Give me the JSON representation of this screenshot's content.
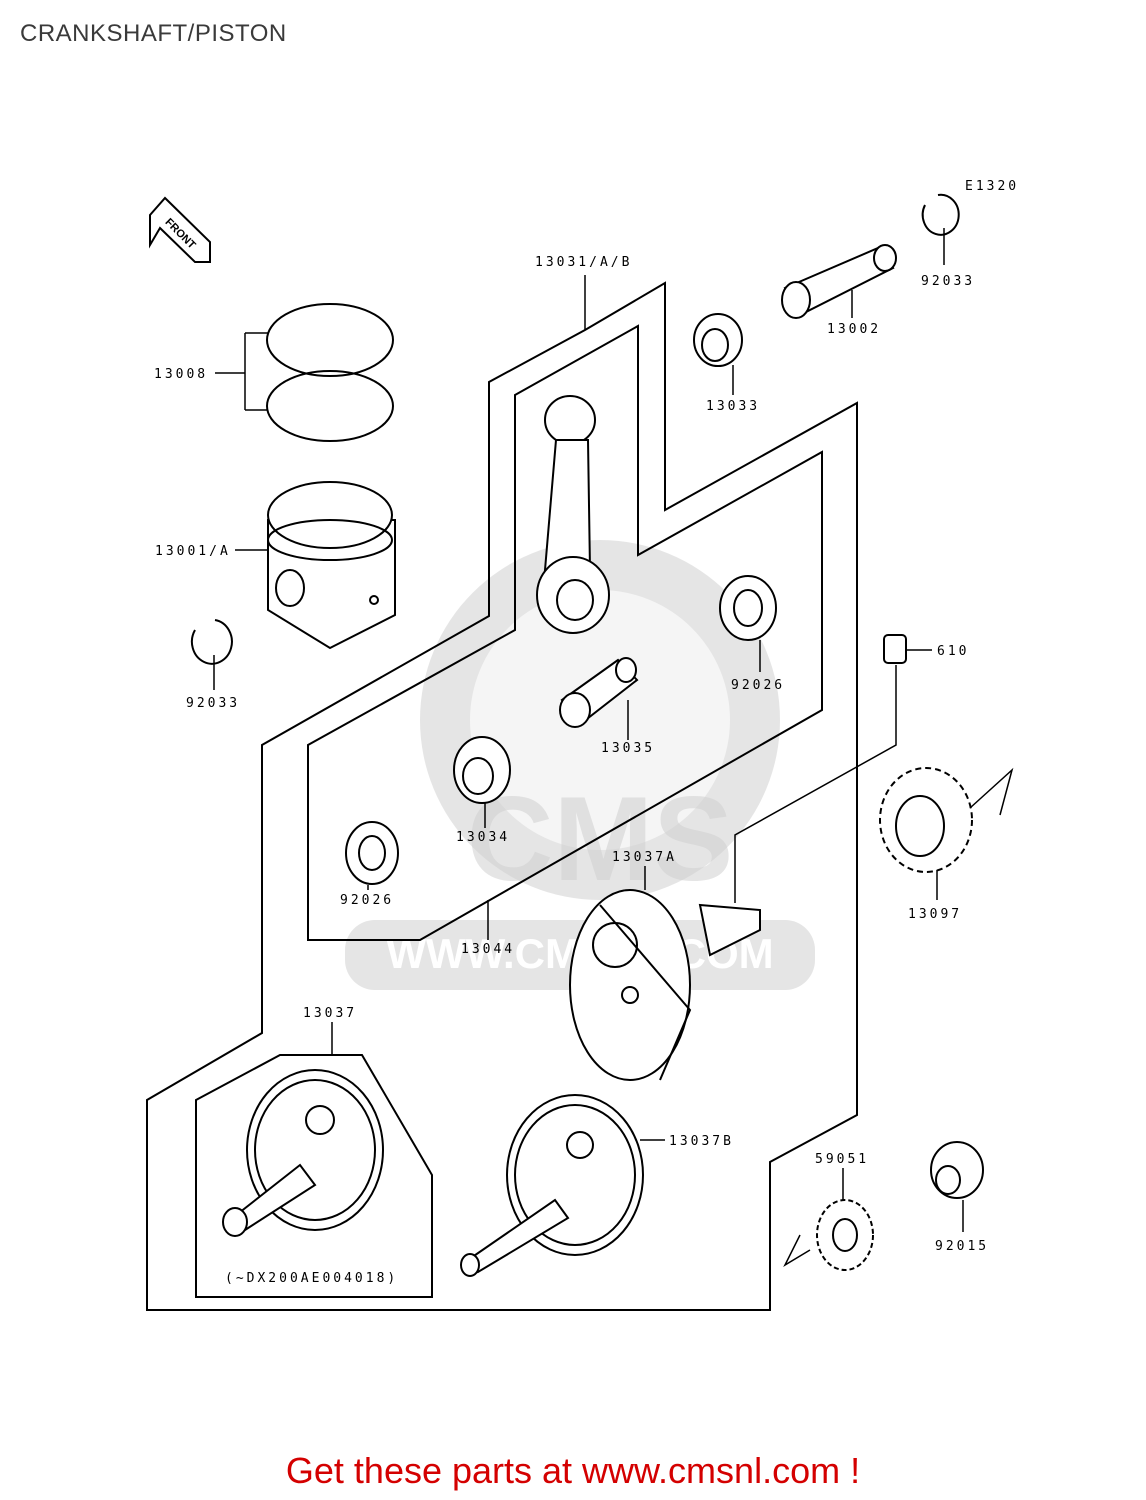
{
  "title": "CRANKSHAFT/PISTON",
  "diagram_code": "E1320",
  "front_label": "FRONT",
  "watermark": "WWW.CMSNL.COM",
  "watermark_logo": "CMS",
  "labels": {
    "p13031": "13031/A/B",
    "p13002": "13002",
    "p92033_top": "92033",
    "p13033": "13033",
    "p13008": "13008",
    "p13001": "13001/A",
    "p92033_left": "92033",
    "p92026_right": "92026",
    "p610": "610",
    "p13035": "13035",
    "p13034": "13034",
    "p92026_left": "92026",
    "p13044": "13044",
    "p13037A": "13037A",
    "p13097": "13097",
    "p13037": "13037",
    "p13037B": "13037B",
    "p59051": "59051",
    "p92015": "92015",
    "serial": "(~DX200AE004018)"
  },
  "footer": "Get these parts at www.cmsnl.com !"
}
